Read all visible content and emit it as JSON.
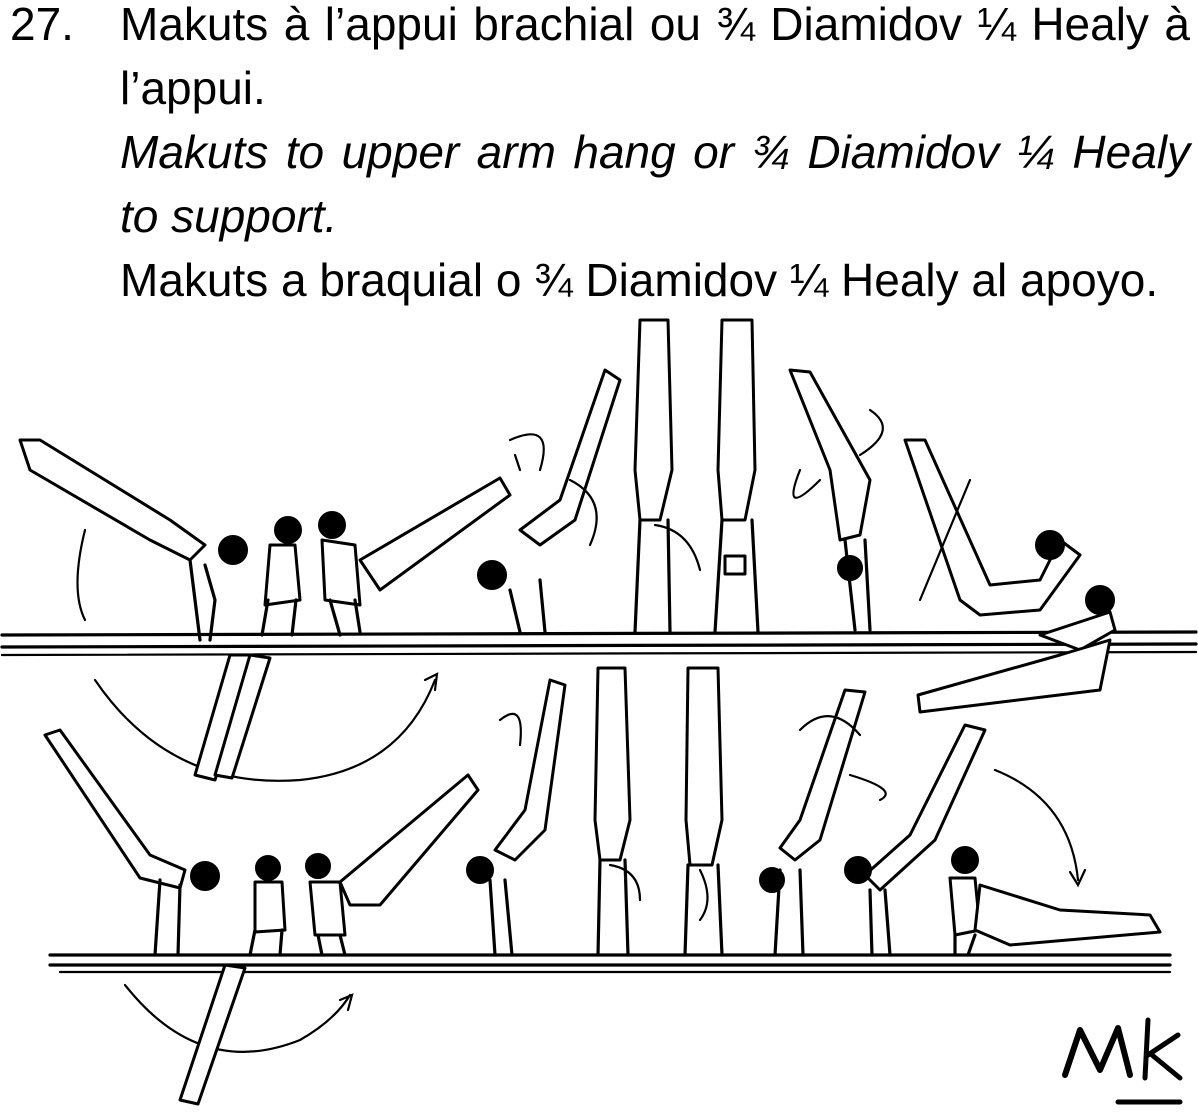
{
  "element": {
    "number": "27.",
    "name_fr": "Makuts à l’appui brachial ou ¾ Diamidov ¼ Healy à l’appui.",
    "name_en": "Makuts to upper arm hang or ¾ Diamidov ¼ Healy to support.",
    "name_es": "Makuts a braquial o ¾ Diamidov ¼ Healy al apoyo."
  },
  "illustration": {
    "subject": "parallel bars gymnast sequence",
    "signature": "Mk"
  }
}
